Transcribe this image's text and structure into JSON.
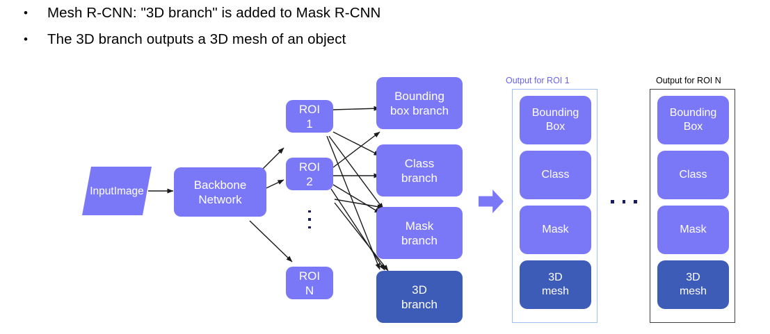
{
  "slide": {
    "bullets": [
      {
        "marker": "•",
        "text": "Mesh R-CNN: \"3D branch\" is added to Mask R-CNN"
      },
      {
        "marker": "•",
        "text": "The 3D branch outputs a 3D mesh of an object"
      }
    ]
  },
  "colors": {
    "node_fill": "#7b78f8",
    "node_fill_highlight": "#3d5cb8",
    "node_text": "#ffffff",
    "arrow_stroke": "#1a1a1a",
    "flow_arrow": "#7b78f8",
    "panel_border_roi1": "#9fc0ef",
    "panel_border_roin": "#3f3f3f",
    "label_roi1": "#6a63f0",
    "label_roin": "#000000",
    "background": "#ffffff"
  },
  "diagram": {
    "input": {
      "line1": "Input",
      "line2": "Image"
    },
    "backbone": {
      "line1": "Backbone",
      "line2": "Network"
    },
    "rois": [
      {
        "line1": "ROI",
        "line2": "1"
      },
      {
        "line1": "ROI",
        "line2": "2"
      },
      {
        "line1": "ROI",
        "line2": "N"
      }
    ],
    "roi_ellipsis": "⋮",
    "branches": [
      {
        "line1": "Bounding",
        "line2": "box branch",
        "highlight": false
      },
      {
        "line1": "Class",
        "line2": "branch",
        "highlight": false
      },
      {
        "line1": "Mask",
        "line2": "branch",
        "highlight": false
      },
      {
        "line1": "3D",
        "line2": "branch",
        "highlight": true
      }
    ],
    "flow_arrow_icon": "right-block-arrow",
    "panel_ellipsis": "…"
  },
  "outputs": {
    "panels": [
      {
        "label": "Output for ROI 1",
        "items": [
          {
            "line1": "Bounding",
            "line2": "Box",
            "highlight": false
          },
          {
            "line1": "Class",
            "line2": "",
            "highlight": false
          },
          {
            "line1": "Mask",
            "line2": "",
            "highlight": false
          },
          {
            "line1": "3D",
            "line2": "mesh",
            "highlight": true
          }
        ]
      },
      {
        "label": "Output for ROI N",
        "items": [
          {
            "line1": "Bounding",
            "line2": "Box",
            "highlight": false
          },
          {
            "line1": "Class",
            "line2": "",
            "highlight": false
          },
          {
            "line1": "Mask",
            "line2": "",
            "highlight": false
          },
          {
            "line1": "3D",
            "line2": "mesh",
            "highlight": true
          }
        ]
      }
    ]
  }
}
